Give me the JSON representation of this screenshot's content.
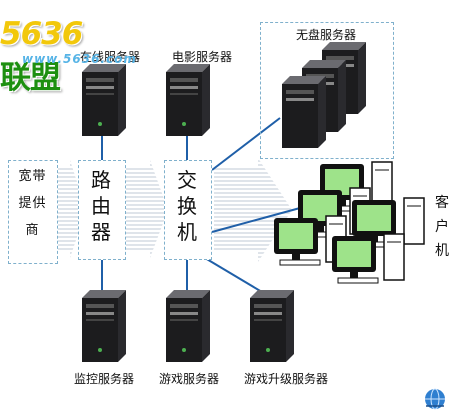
{
  "watermark": {
    "number": "5636",
    "brand": "联盟",
    "url": "www.5636.com"
  },
  "labels": {
    "cut_server": "在线服务器",
    "movie_server": "电影服务器",
    "diskless_server": "无盘服务器",
    "monitor_server": "监控服务器",
    "game_server": "游戏服务器",
    "game_update_server": "游戏升级服务器"
  },
  "nodes": {
    "isp": [
      "宽",
      "带",
      "提",
      "供",
      "商"
    ],
    "router": [
      "路",
      "由",
      "器"
    ],
    "switch": [
      "交",
      "换",
      "机"
    ],
    "client": [
      "客",
      "户",
      "机"
    ]
  },
  "colors": {
    "line_blue": "#1f5fa8",
    "dash_border": "#7fb0cc",
    "server_dark": "#1c1c1e",
    "screen_green": "#9ee38a",
    "logo_green": "#2a9a18",
    "logo_yellow": "#f2c80b"
  },
  "icons": [
    "server-icon",
    "client-computer-icon",
    "globe-icon"
  ]
}
